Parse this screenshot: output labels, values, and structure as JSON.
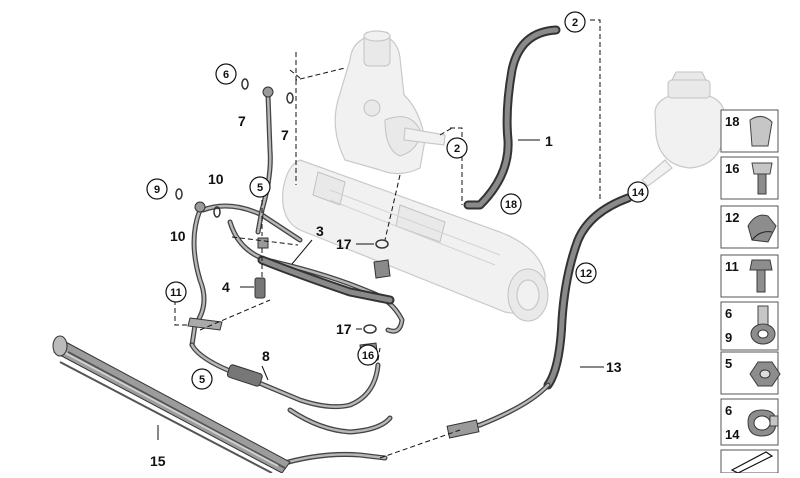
{
  "callouts": {
    "c1": "1",
    "c2a": "2",
    "c2b": "2",
    "c3": "3",
    "c4": "4",
    "c5a": "5",
    "c5b": "5",
    "c6": "6",
    "c7a": "7",
    "c7b": "7",
    "c8": "8",
    "c9": "9",
    "c10a": "10",
    "c10b": "10",
    "c11": "11",
    "c12": "12",
    "c13": "13",
    "c14": "14",
    "c15": "15",
    "c16": "16",
    "c17a": "17",
    "c17b": "17",
    "c18": "18"
  },
  "side_panel": {
    "p18": "18",
    "p16": "16",
    "p12": "12",
    "p11": "11",
    "p6": "6",
    "p9": "9",
    "p5": "5",
    "p6b": "6",
    "p14": "14"
  }
}
